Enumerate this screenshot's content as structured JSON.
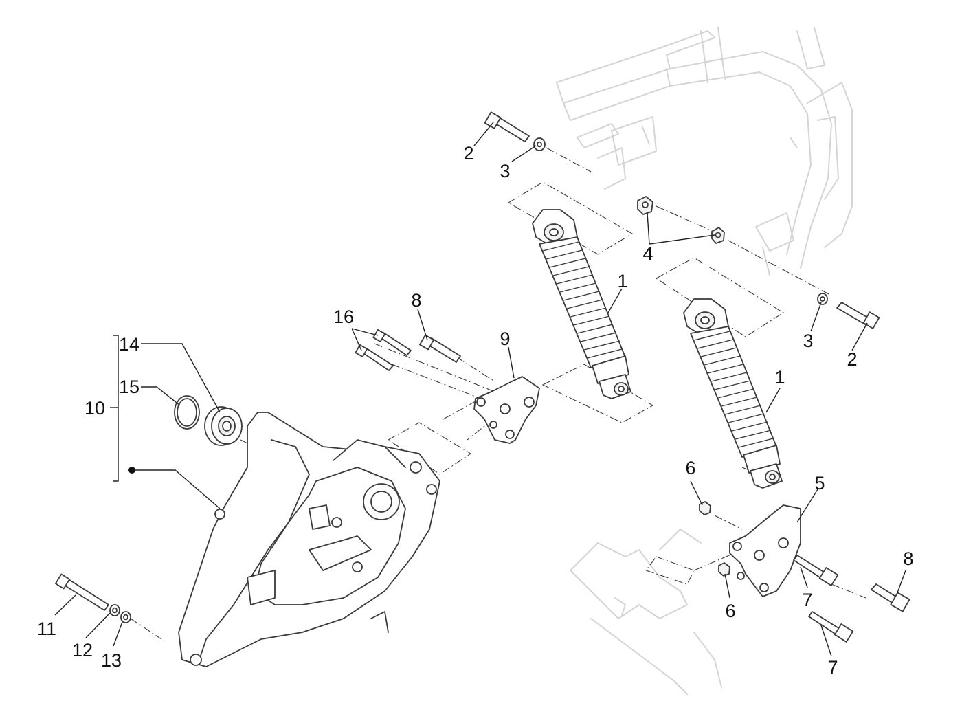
{
  "diagram": {
    "type": "exploded-parts-diagram",
    "callouts": [
      {
        "id": "c1a",
        "label": "1"
      },
      {
        "id": "c1b",
        "label": "1"
      },
      {
        "id": "c2a",
        "label": "2"
      },
      {
        "id": "c2b",
        "label": "2"
      },
      {
        "id": "c3a",
        "label": "3"
      },
      {
        "id": "c3b",
        "label": "3"
      },
      {
        "id": "c4",
        "label": "4"
      },
      {
        "id": "c5",
        "label": "5"
      },
      {
        "id": "c6a",
        "label": "6"
      },
      {
        "id": "c6b",
        "label": "6"
      },
      {
        "id": "c7a",
        "label": "7"
      },
      {
        "id": "c7b",
        "label": "7"
      },
      {
        "id": "c8a",
        "label": "8"
      },
      {
        "id": "c8b",
        "label": "8"
      },
      {
        "id": "c9",
        "label": "9"
      },
      {
        "id": "c10",
        "label": "10"
      },
      {
        "id": "c11",
        "label": "11"
      },
      {
        "id": "c12",
        "label": "12"
      },
      {
        "id": "c13",
        "label": "13"
      },
      {
        "id": "c14",
        "label": "14"
      },
      {
        "id": "c15",
        "label": "15"
      },
      {
        "id": "c16",
        "label": "16"
      }
    ],
    "colors": {
      "line": "#3a3a3a",
      "ghost": "#d4d4d4",
      "text": "#111111",
      "background": "#ffffff"
    }
  }
}
